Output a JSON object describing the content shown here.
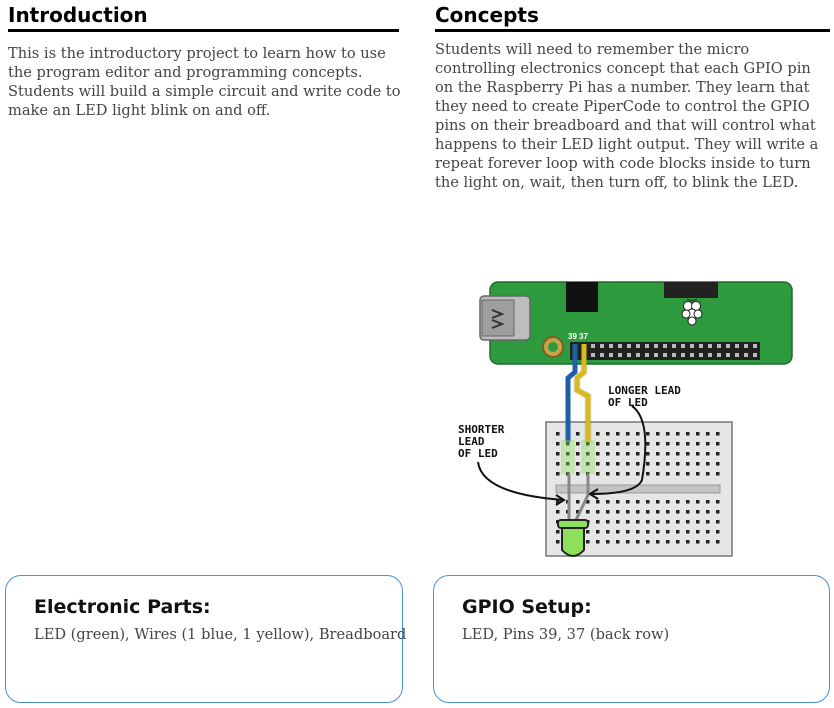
{
  "introduction": {
    "heading": "Introduction",
    "text": "This is the introductory project to learn how to use the program editor and programming concepts. Students will build a simple circuit and write code to make an LED light blink on and off."
  },
  "concepts": {
    "heading": "Concepts",
    "text": "Students will need to remember the micro controlling electronics concept that each GPIO pin on the Raspberry Pi has a number. They learn that they need to create PiperCode to control the GPIO pins on their breadboard and that will control what happens to their LED light output.  They will write a repeat forever loop with code blocks inside to turn the light on, wait, then turn off, to blink the LED."
  },
  "diagram": {
    "pin_label_1": "39",
    "pin_label_2": "37",
    "longer_lead_line1": "LONGER LEAD",
    "longer_lead_line2": "OF LED",
    "shorter_lead_line1": "SHORTER",
    "shorter_lead_line2": "LEAD",
    "shorter_lead_line3": "OF LED",
    "colors": {
      "board_green": "#2e9a3e",
      "wire_blue": "#1f5fa8",
      "wire_yellow": "#f5d21a",
      "led_green": "#8ee05a"
    }
  },
  "electronic_parts": {
    "title": "Electronic Parts:",
    "text": "LED (green), Wires (1 blue, 1 yellow), Breadboard"
  },
  "gpio_setup": {
    "title": "GPIO Setup:",
    "text": "LED, Pins 39, 37 (back row)"
  }
}
